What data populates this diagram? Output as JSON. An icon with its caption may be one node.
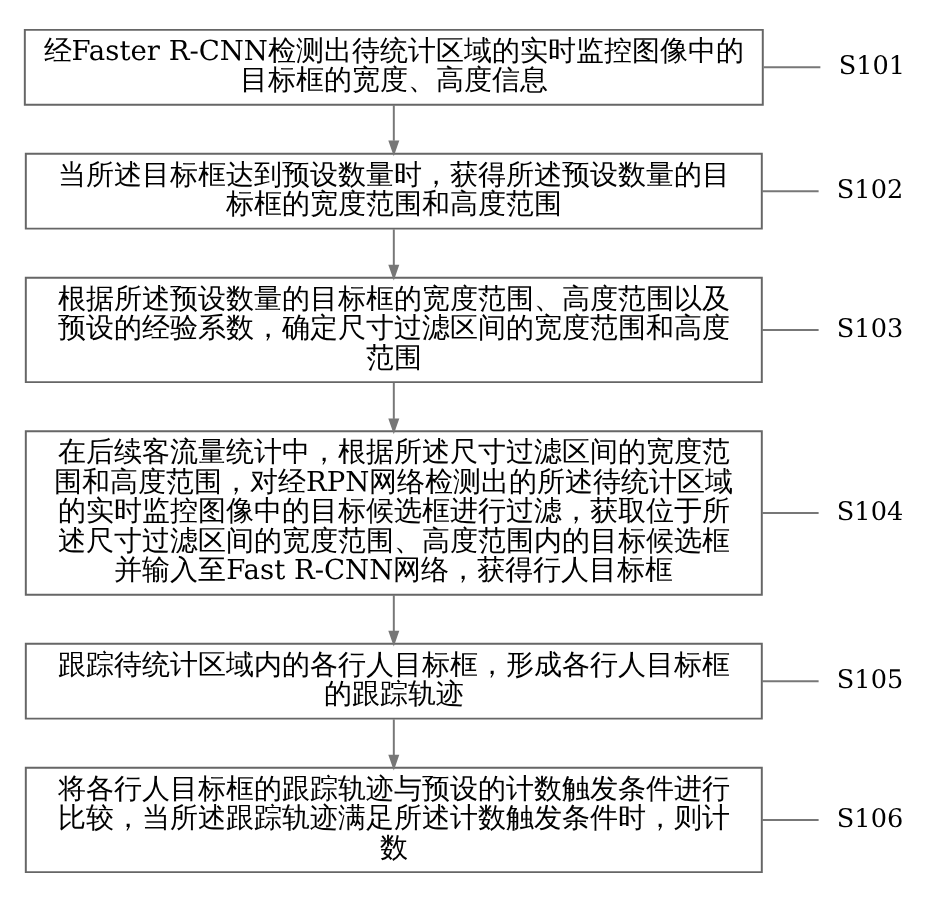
{
  "diagram": {
    "nodes": [
      {
        "text": [
          "经Faster R-CNN检测出待统计区域的实时监控图像中的目标框的宽度、高度信息"
        ]
      },
      {
        "text": [
          "当所述目标框达到预设数量时，获得所述预设数量的目标框的宽度范围和高度范围"
        ]
      },
      {
        "text": [
          "根据所述预设数量的目标框的宽度范围、高度范围以及预设的经验系数，确定尺寸过滤区间的宽度范围和高度范围"
        ]
      },
      {
        "text": [
          "在后续客流量统计中，根据所述尺寸过滤区间的宽度范围和高度范围，对经RPN网络检测出的所述待统计区域的实时监控图像中的目标候选框进行过滤，获取位于所述尺寸过滤区间的宽度范围、高度范围内的目标候选框并输入至Fast R-CNN网络，获得行人目标框"
        ]
      },
      {
        "text": [
          "跟踪待统计区域内的各行人目标框，形成各行人目标框的跟踪轨迹"
        ]
      },
      {
        "text": [
          "将各行人目标框的跟踪轨迹与预设的计数触发条件进行比较，当所述跟踪轨迹满足所述计数触发条件时，则计数"
        ]
      },
      {
        "text": [
          "S101"
        ]
      },
      {
        "text": [
          "S102"
        ]
      },
      {
        "text": [
          "S103"
        ]
      },
      {
        "text": [
          "S104"
        ]
      },
      {
        "text": [
          "S105"
        ]
      },
      {
        "text": [
          "S106"
        ]
      }
    ],
    "edges": [
      {
        "from": 0,
        "to": 1,
        "arrow": "to"
      },
      {
        "from": 1,
        "to": 2,
        "arrow": "to"
      },
      {
        "from": 2,
        "to": 3,
        "arrow": "to"
      },
      {
        "from": 3,
        "to": 4,
        "arrow": "to"
      },
      {
        "from": 4,
        "to": 5,
        "arrow": "to"
      },
      {
        "from": 6,
        "to": 0,
        "arrow": "none"
      },
      {
        "from": 7,
        "to": 1,
        "arrow": "none"
      },
      {
        "from": 8,
        "to": 2,
        "arrow": "none"
      },
      {
        "from": 9,
        "to": 3,
        "arrow": "none"
      },
      {
        "from": 10,
        "to": 4,
        "arrow": "none"
      },
      {
        "from": 11,
        "to": 5,
        "arrow": "none"
      }
    ]
  }
}
